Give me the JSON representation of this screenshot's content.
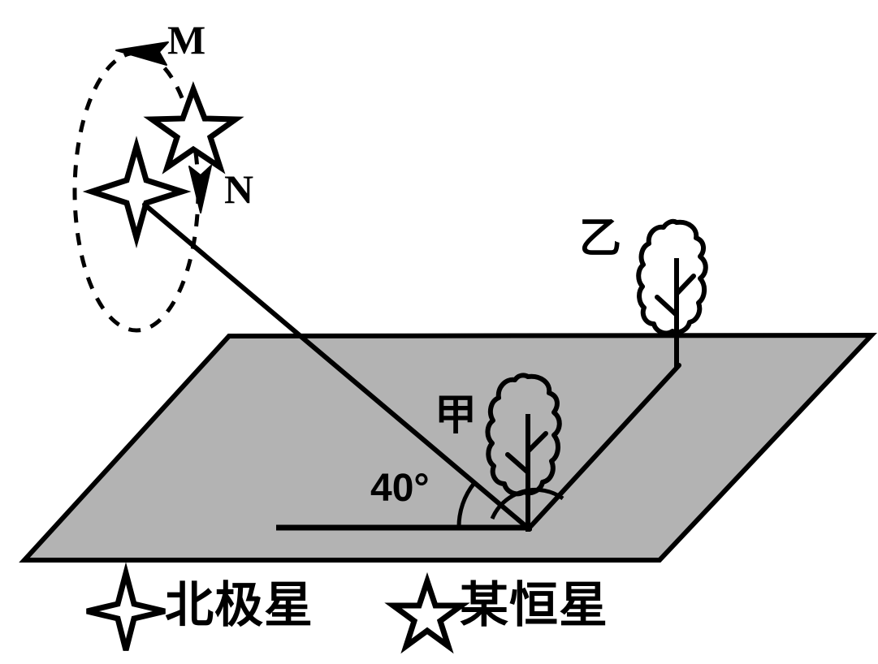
{
  "figure": {
    "type": "astronomy-diagram",
    "description": "Polaris and a star circling it over an inclined ground plane with two trees",
    "background_color": "#ffffff",
    "ink_color": "#000000",
    "plane_fill_color": "#b3b3b3"
  },
  "orbit": {
    "name": "star-orbit-ellipse",
    "style": "dashed",
    "direction_labels": [
      {
        "id": "M",
        "label": "M",
        "arrow": "left",
        "position": "top"
      },
      {
        "id": "N",
        "label": "N",
        "arrow": "down",
        "position": "right"
      }
    ]
  },
  "stars": {
    "polaris": {
      "name": "polaris-star",
      "glyph": "four-pointed-star"
    },
    "moving_star": {
      "name": "moving-star",
      "glyph": "five-pointed-star"
    }
  },
  "ground": {
    "name": "ground-plane",
    "fill": "#b3b3b3",
    "shape": "parallelogram"
  },
  "trees": [
    {
      "id": "jia",
      "label": "甲"
    },
    {
      "id": "yi",
      "label": "乙"
    }
  ],
  "angle": {
    "name": "elevation-angle",
    "value": 40,
    "unit": "°",
    "label": "40°"
  },
  "legend": {
    "items": [
      {
        "icon": "four-pointed-star-icon",
        "label": "北极星"
      },
      {
        "icon": "five-pointed-star-icon",
        "label": "某恒星"
      }
    ]
  },
  "chart_data": {
    "type": "diagram",
    "title": "",
    "annotations": [
      "M",
      "N",
      "甲",
      "乙",
      "40°",
      "北极星",
      "某恒星"
    ],
    "values": {
      "star_altitude_deg": 40
    }
  }
}
